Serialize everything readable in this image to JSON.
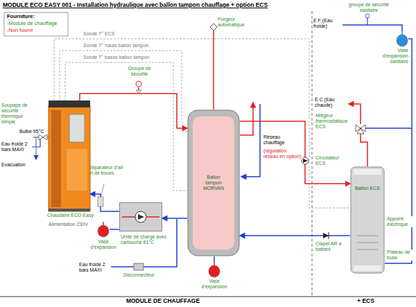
{
  "diagram": {
    "title": "MODULE ECO EASY 001 - Installation hydraulique avec ballon tampon chauffage + option ECS",
    "nodes": [
      {
        "text": [
          "Chaudière ECO Easy"
        ]
      },
      {
        "text": [
          "Unité de charge avec cartouche 61°C"
        ]
      },
      {
        "text": [
          "Ballon tampon MORVAN"
        ]
      },
      {
        "text": [
          "Ballon ECS"
        ]
      },
      {
        "text": [
          "Vase d'expansion"
        ]
      },
      {
        "text": [
          "Vase d'expansion"
        ]
      },
      {
        "text": [
          "Vase d'expansion sanitaire"
        ]
      }
    ],
    "edges": [
      {
        "from": 0,
        "to": 2,
        "arrow": "to"
      },
      {
        "from": 2,
        "to": 1,
        "arrow": "to"
      },
      {
        "from": 1,
        "to": 0,
        "arrow": "to"
      },
      {
        "from": 2,
        "to": 3,
        "arrow": "to"
      },
      {
        "from": 3,
        "to": 2,
        "arrow": "to"
      },
      {
        "from": 4,
        "to": 1,
        "arrow": "none"
      },
      {
        "from": 5,
        "to": 2,
        "arrow": "none"
      },
      {
        "from": 6,
        "to": 3,
        "arrow": "none"
      }
    ],
    "labels": [
      "Fourniture:",
      "Sonde T° ECS",
      "Sonde T° haute ballon tampon",
      "Sonde T° basse ballon tampon",
      "Purgeur automatique",
      "Groupe de sécurité",
      "Soupape de sécurité thermique simple",
      "Bulbe 95°C",
      "Eau froide 2 bars MAXI",
      "Evacuation",
      "Séparateur d'air et de boues",
      "Réseau chauffage",
      "(régulation réseau en option)",
      "Alimentation 230V",
      "Eau froide 2 bars MAXI",
      "Disconnecteur",
      "groupe de sécurité sanitaire",
      "E F (Eau froide)",
      "E C (Eau chaude)",
      "Mitigeur thermostatique ECS",
      "Circulateur ECS",
      "Clapet AR à battant",
      "Appoint électrique",
      "Plateau de buse",
      "MODULE DE CHAUFFAGE",
      "+ ECS"
    ],
    "legend": [
      {
        "text": "-Module de chauffage"
      },
      {
        "text": "-Non fourni"
      }
    ]
  }
}
